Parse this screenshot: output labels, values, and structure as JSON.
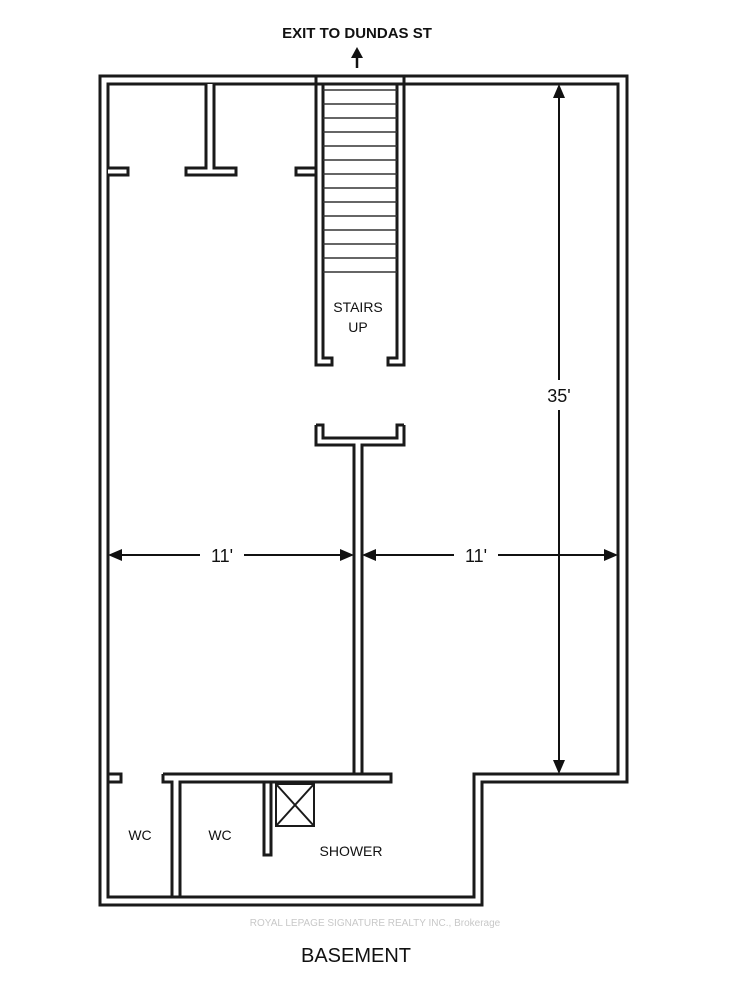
{
  "exit_label": "EXIT TO DUNDAS ST",
  "stairs_label_line1": "STAIRS",
  "stairs_label_line2": "UP",
  "dimension_vertical": "35'",
  "dimension_left": "11'",
  "dimension_right": "11'",
  "wc_left": "WC",
  "wc_right": "WC",
  "shower_label": "SHOWER",
  "floor_name": "BASEMENT",
  "watermark": "ROYAL LEPAGE SIGNATURE REALTY INC., Brokerage",
  "colors": {
    "wall": "#1a1a1a",
    "background": "#ffffff"
  }
}
